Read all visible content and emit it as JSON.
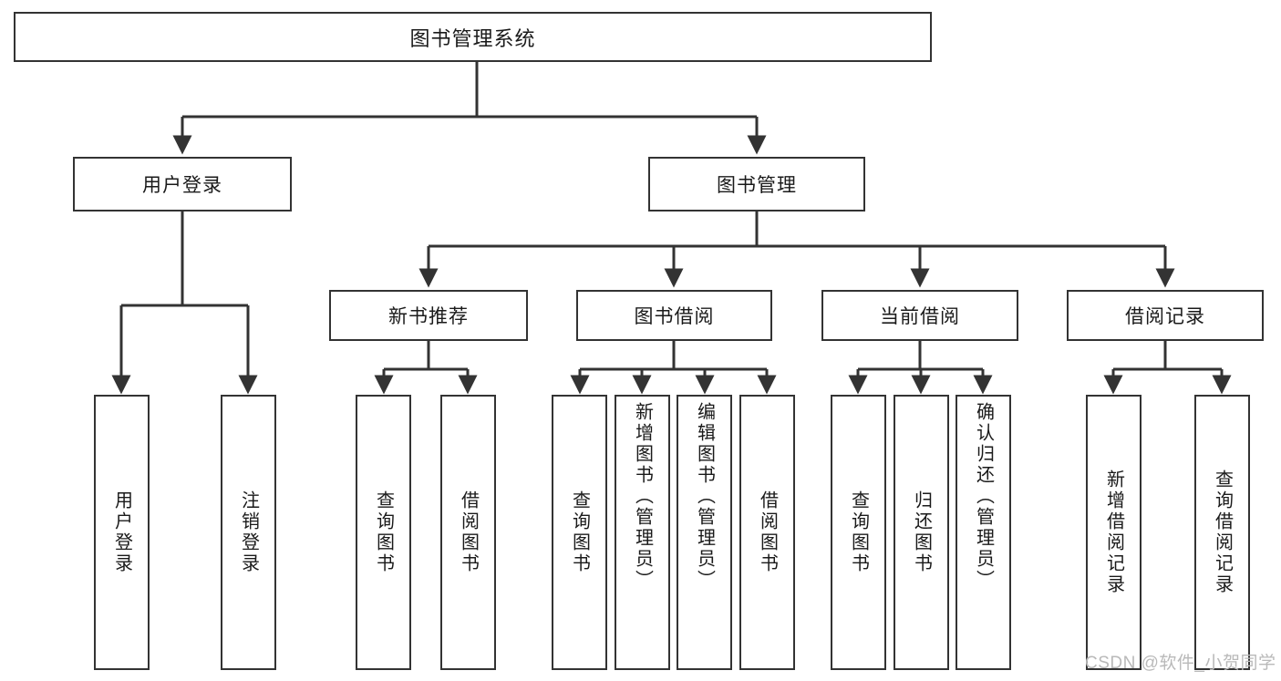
{
  "diagram": {
    "title_node": {
      "label": "图书管理系统"
    },
    "level2": [
      {
        "id": "user-login",
        "label": "用户登录"
      },
      {
        "id": "book-management",
        "label": "图书管理"
      }
    ],
    "level3": [
      {
        "id": "new-book-recommend",
        "label": "新书推荐"
      },
      {
        "id": "book-borrow",
        "label": "图书借阅"
      },
      {
        "id": "current-borrow",
        "label": "当前借阅"
      },
      {
        "id": "borrow-record",
        "label": "借阅记录"
      }
    ],
    "leaves": {
      "user_login": [
        {
          "id": "leaf-user-login",
          "label": "用户登录"
        },
        {
          "id": "leaf-logout-login",
          "label": "注销登录"
        }
      ],
      "new_book_recommend": [
        {
          "id": "leaf-query-book-1",
          "label": "查询图书"
        },
        {
          "id": "leaf-borrow-book-1",
          "label": "借阅图书"
        }
      ],
      "book_borrow": [
        {
          "id": "leaf-query-book-2",
          "label": "查询图书"
        },
        {
          "id": "leaf-add-book",
          "label": "新增图书（管理员）"
        },
        {
          "id": "leaf-edit-book",
          "label": "编辑图书（管理员）"
        },
        {
          "id": "leaf-borrow-book-2",
          "label": "借阅图书"
        }
      ],
      "current_borrow": [
        {
          "id": "leaf-query-book-3",
          "label": "查询图书"
        },
        {
          "id": "leaf-return-book",
          "label": "归还图书"
        },
        {
          "id": "leaf-confirm-return",
          "label": "确认归还（管理员）"
        }
      ],
      "borrow_record": [
        {
          "id": "leaf-add-record",
          "label": "新增借阅记录"
        },
        {
          "id": "leaf-query-record",
          "label": "查询借阅记录"
        }
      ]
    }
  },
  "watermark": {
    "text": "CSDN @软件_小贺同学"
  },
  "colors": {
    "stroke": "#333333",
    "background": "#ffffff",
    "text": "#1a1a1a",
    "watermark": "#b9b9b9"
  }
}
